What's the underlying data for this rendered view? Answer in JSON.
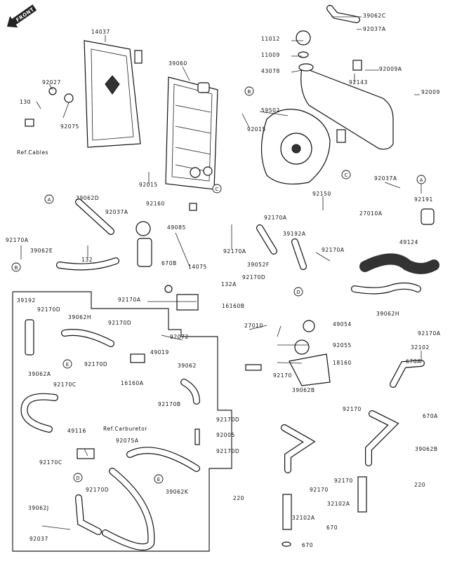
{
  "diagram": {
    "front_label": "FRONT",
    "labels": [
      "39062C",
      "92037A",
      "11012",
      "11009",
      "43078",
      "92009A",
      "92143",
      "92009",
      "14037",
      "39060",
      "92027",
      "130",
      "92075",
      "Ref.Cables",
      "59502",
      "92015",
      "92015",
      "92037A",
      "92191",
      "27010A",
      "92160",
      "39062D",
      "92037A",
      "49085",
      "92150",
      "92170A",
      "39192A",
      "92170A",
      "39052F",
      "92170D",
      "92170A",
      "49124",
      "92170A",
      "39062E",
      "132",
      "670B",
      "14075",
      "132A",
      "92170A",
      "16160B",
      "39062H",
      "92170A",
      "49054",
      "92055",
      "27010",
      "18160",
      "32102",
      "670A",
      "670A",
      "92170",
      "39062B",
      "92170",
      "39062B",
      "92170",
      "220",
      "92170",
      "220",
      "32102A",
      "32102A",
      "670",
      "670",
      "39192",
      "92170D",
      "39062H",
      "92170D",
      "92072",
      "49019",
      "39062",
      "92170C",
      "39062A",
      "92170D",
      "16160A",
      "92170B",
      "Ref.Carburetor",
      "49116",
      "92075A",
      "92170C",
      "92170D",
      "39062K",
      "39062J",
      "92037",
      "92170D",
      "92005",
      "92170D"
    ],
    "markers": [
      "A",
      "A",
      "B",
      "C",
      "C",
      "B",
      "D",
      "D",
      "E",
      "E"
    ]
  }
}
